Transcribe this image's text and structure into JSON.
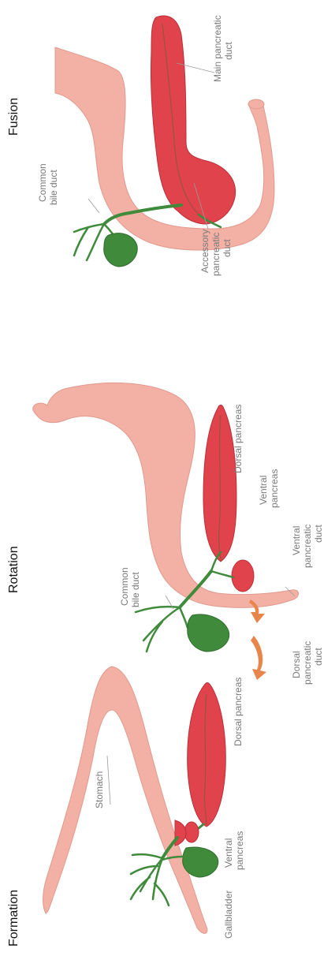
{
  "panels": {
    "formation": {
      "title": "Formation",
      "labels": {
        "stomach": "Stomach",
        "dorsal_pancreas": "Dorsal pancreas",
        "ventral_pancreas_1": "Ventral",
        "ventral_pancreas_2": "pancreas",
        "gallbladder": "Gallbladder"
      }
    },
    "rotation": {
      "title": "Rotation",
      "labels": {
        "dorsal_pancreas": "Dorsal pancreas",
        "ventral_pancreas_1": "Ventral",
        "ventral_pancreas_2": "pancreas",
        "common_bile_duct_1": "Common",
        "common_bile_duct_2": "bile duct",
        "ventral_pancreatic_duct_1": "Ventral",
        "ventral_pancreatic_duct_2": "pancreatic",
        "ventral_pancreatic_duct_3": "duct",
        "dorsal_pancreatic_duct_1": "Dorsal",
        "dorsal_pancreatic_duct_2": "pancreatic",
        "dorsal_pancreatic_duct_3": "duct"
      }
    },
    "fusion": {
      "title": "Fusion",
      "labels": {
        "main_pancreatic_duct_1": "Main pancreatic",
        "main_pancreatic_duct_2": "duct",
        "common_bile_duct_1": "Common",
        "common_bile_duct_2": "bile duct",
        "accessory_duct_1": "Accessory",
        "accessory_duct_2": "pancreatic",
        "accessory_duct_3": "duct"
      }
    }
  }
}
